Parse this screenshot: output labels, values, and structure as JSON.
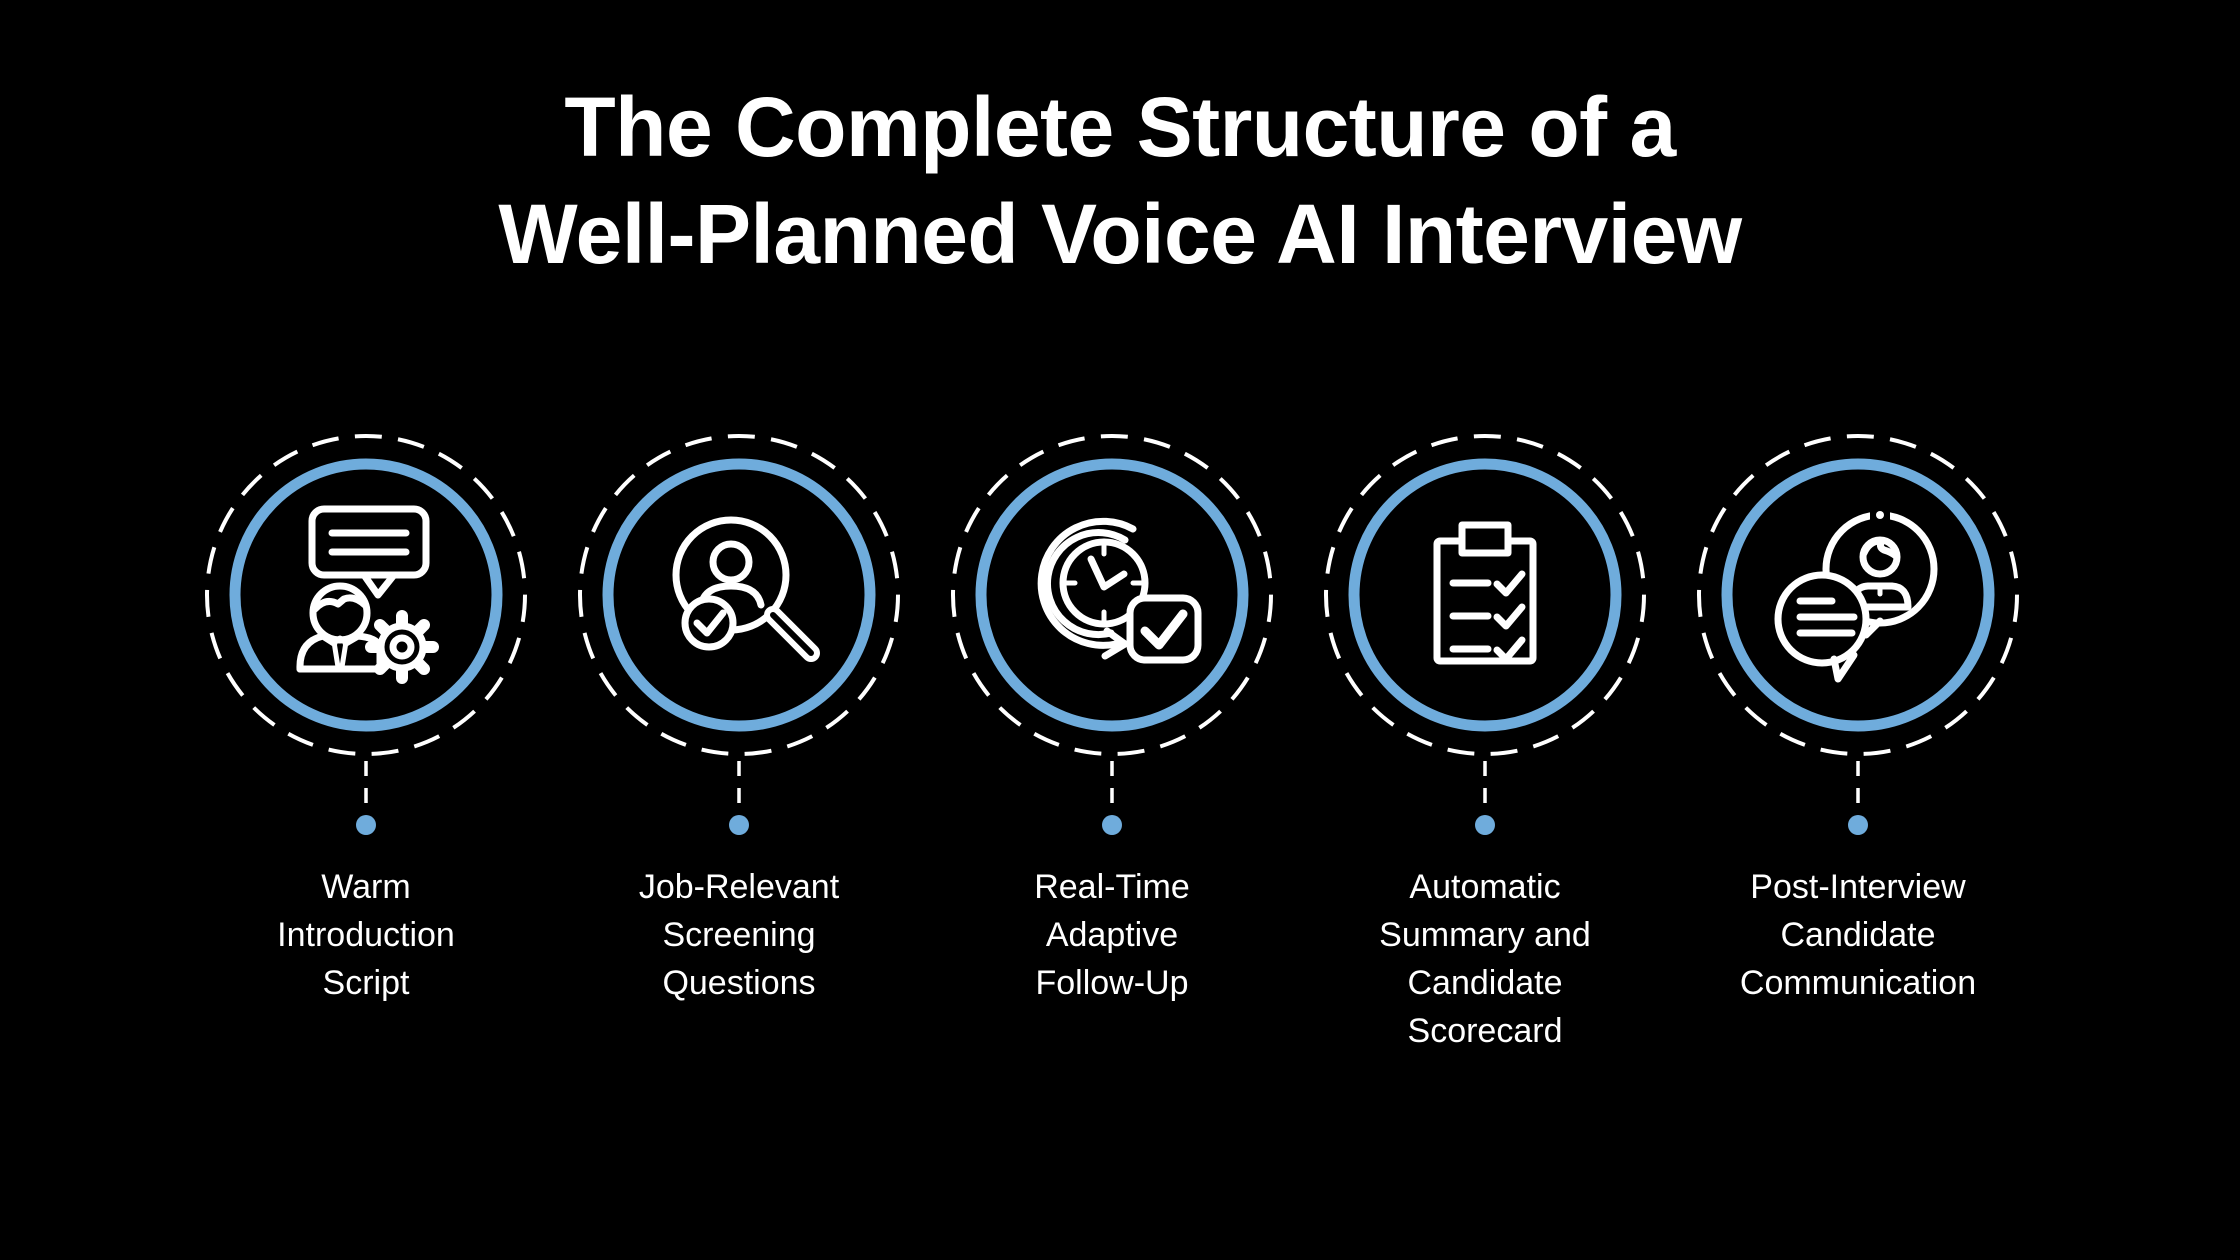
{
  "colors": {
    "background": "#000000",
    "accent": "#6FACDC",
    "text": "#FFFFFF"
  },
  "title": "The Complete Structure of a\nWell-Planned Voice AI Interview",
  "steps": [
    {
      "icon": "person-chat-gear-icon",
      "label": "Warm\nIntroduction\nScript"
    },
    {
      "icon": "candidate-search-check-icon",
      "label": "Job-Relevant\nScreening\nQuestions"
    },
    {
      "icon": "clock-refresh-check-icon",
      "label": "Real-Time\nAdaptive\nFollow-Up"
    },
    {
      "icon": "checklist-clipboard-icon",
      "label": "Automatic\nSummary and\nCandidate\nScorecard"
    },
    {
      "icon": "chat-bubbles-person-icon",
      "label": "Post-Interview\nCandidate\nCommunication"
    }
  ]
}
